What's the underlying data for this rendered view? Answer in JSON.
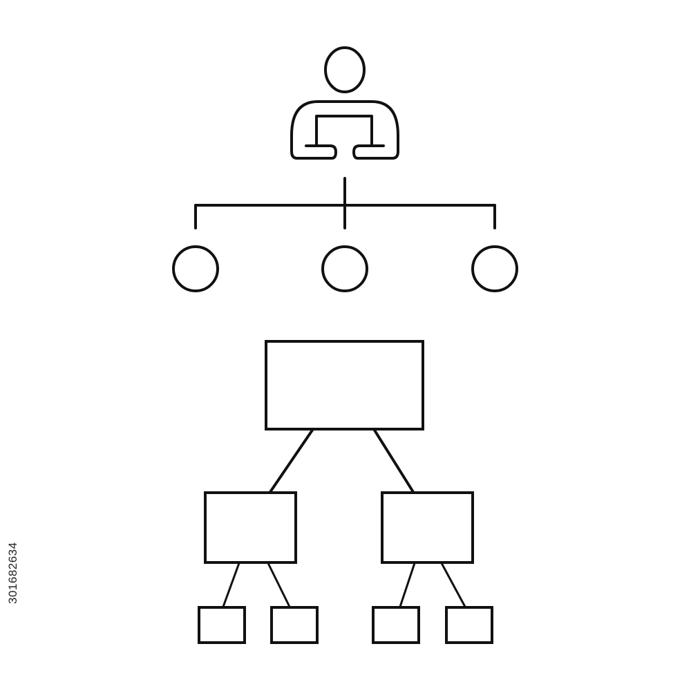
{
  "stock_id": "301682634",
  "colors": {
    "background": "#ffffff",
    "line": "#111111"
  },
  "icons": {
    "person": "person-icon",
    "circle_nodes": [
      "circle-node-left",
      "circle-node-center",
      "circle-node-right"
    ],
    "tree_root": "tree-root-box",
    "tree_children": [
      "tree-child-box-left",
      "tree-child-box-right"
    ],
    "tree_leaves": [
      "tree-leaf-box-1",
      "tree-leaf-box-2",
      "tree-leaf-box-3",
      "tree-leaf-box-4"
    ]
  }
}
